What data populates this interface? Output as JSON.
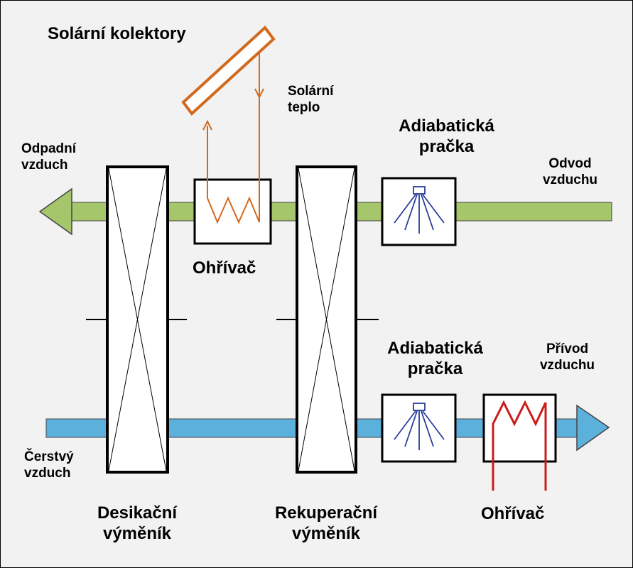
{
  "labels": {
    "solar_collectors": "Solární kolektory",
    "solar_heat": [
      "Solární",
      "teplo"
    ],
    "exhaust_air": [
      "Odpadní",
      "vzduch"
    ],
    "top_adiabatic": [
      "Adiabatická",
      "pračka"
    ],
    "outlet_air": [
      "Odvod",
      "vzduchu"
    ],
    "top_heater": "Ohřívač",
    "bottom_adiabatic": [
      "Adiabatická",
      "pračka"
    ],
    "supply_air": [
      "Přívod",
      "vzduchu"
    ],
    "fresh_air": [
      "Čerstvý",
      "vzduch"
    ],
    "desiccant_exchanger": [
      "Desikační",
      "výměník"
    ],
    "recovery_exchanger": [
      "Rekuperační",
      "výměník"
    ],
    "bottom_heater": "Ohřívač"
  },
  "colors": {
    "background": "#f2f2f2",
    "exhaust_stream": "#a6c66b",
    "supply_stream": "#5bb1dc",
    "solar_loop": "#d2691e",
    "bottom_heater_coil": "#cc1b1b",
    "spray": "#2a3e9c",
    "outline": "#000000"
  },
  "icons": [
    "solar-collector-icon",
    "heating-coil-icon",
    "spray-nozzle-icon",
    "exchanger-cross-icon",
    "arrow-head-icon"
  ]
}
